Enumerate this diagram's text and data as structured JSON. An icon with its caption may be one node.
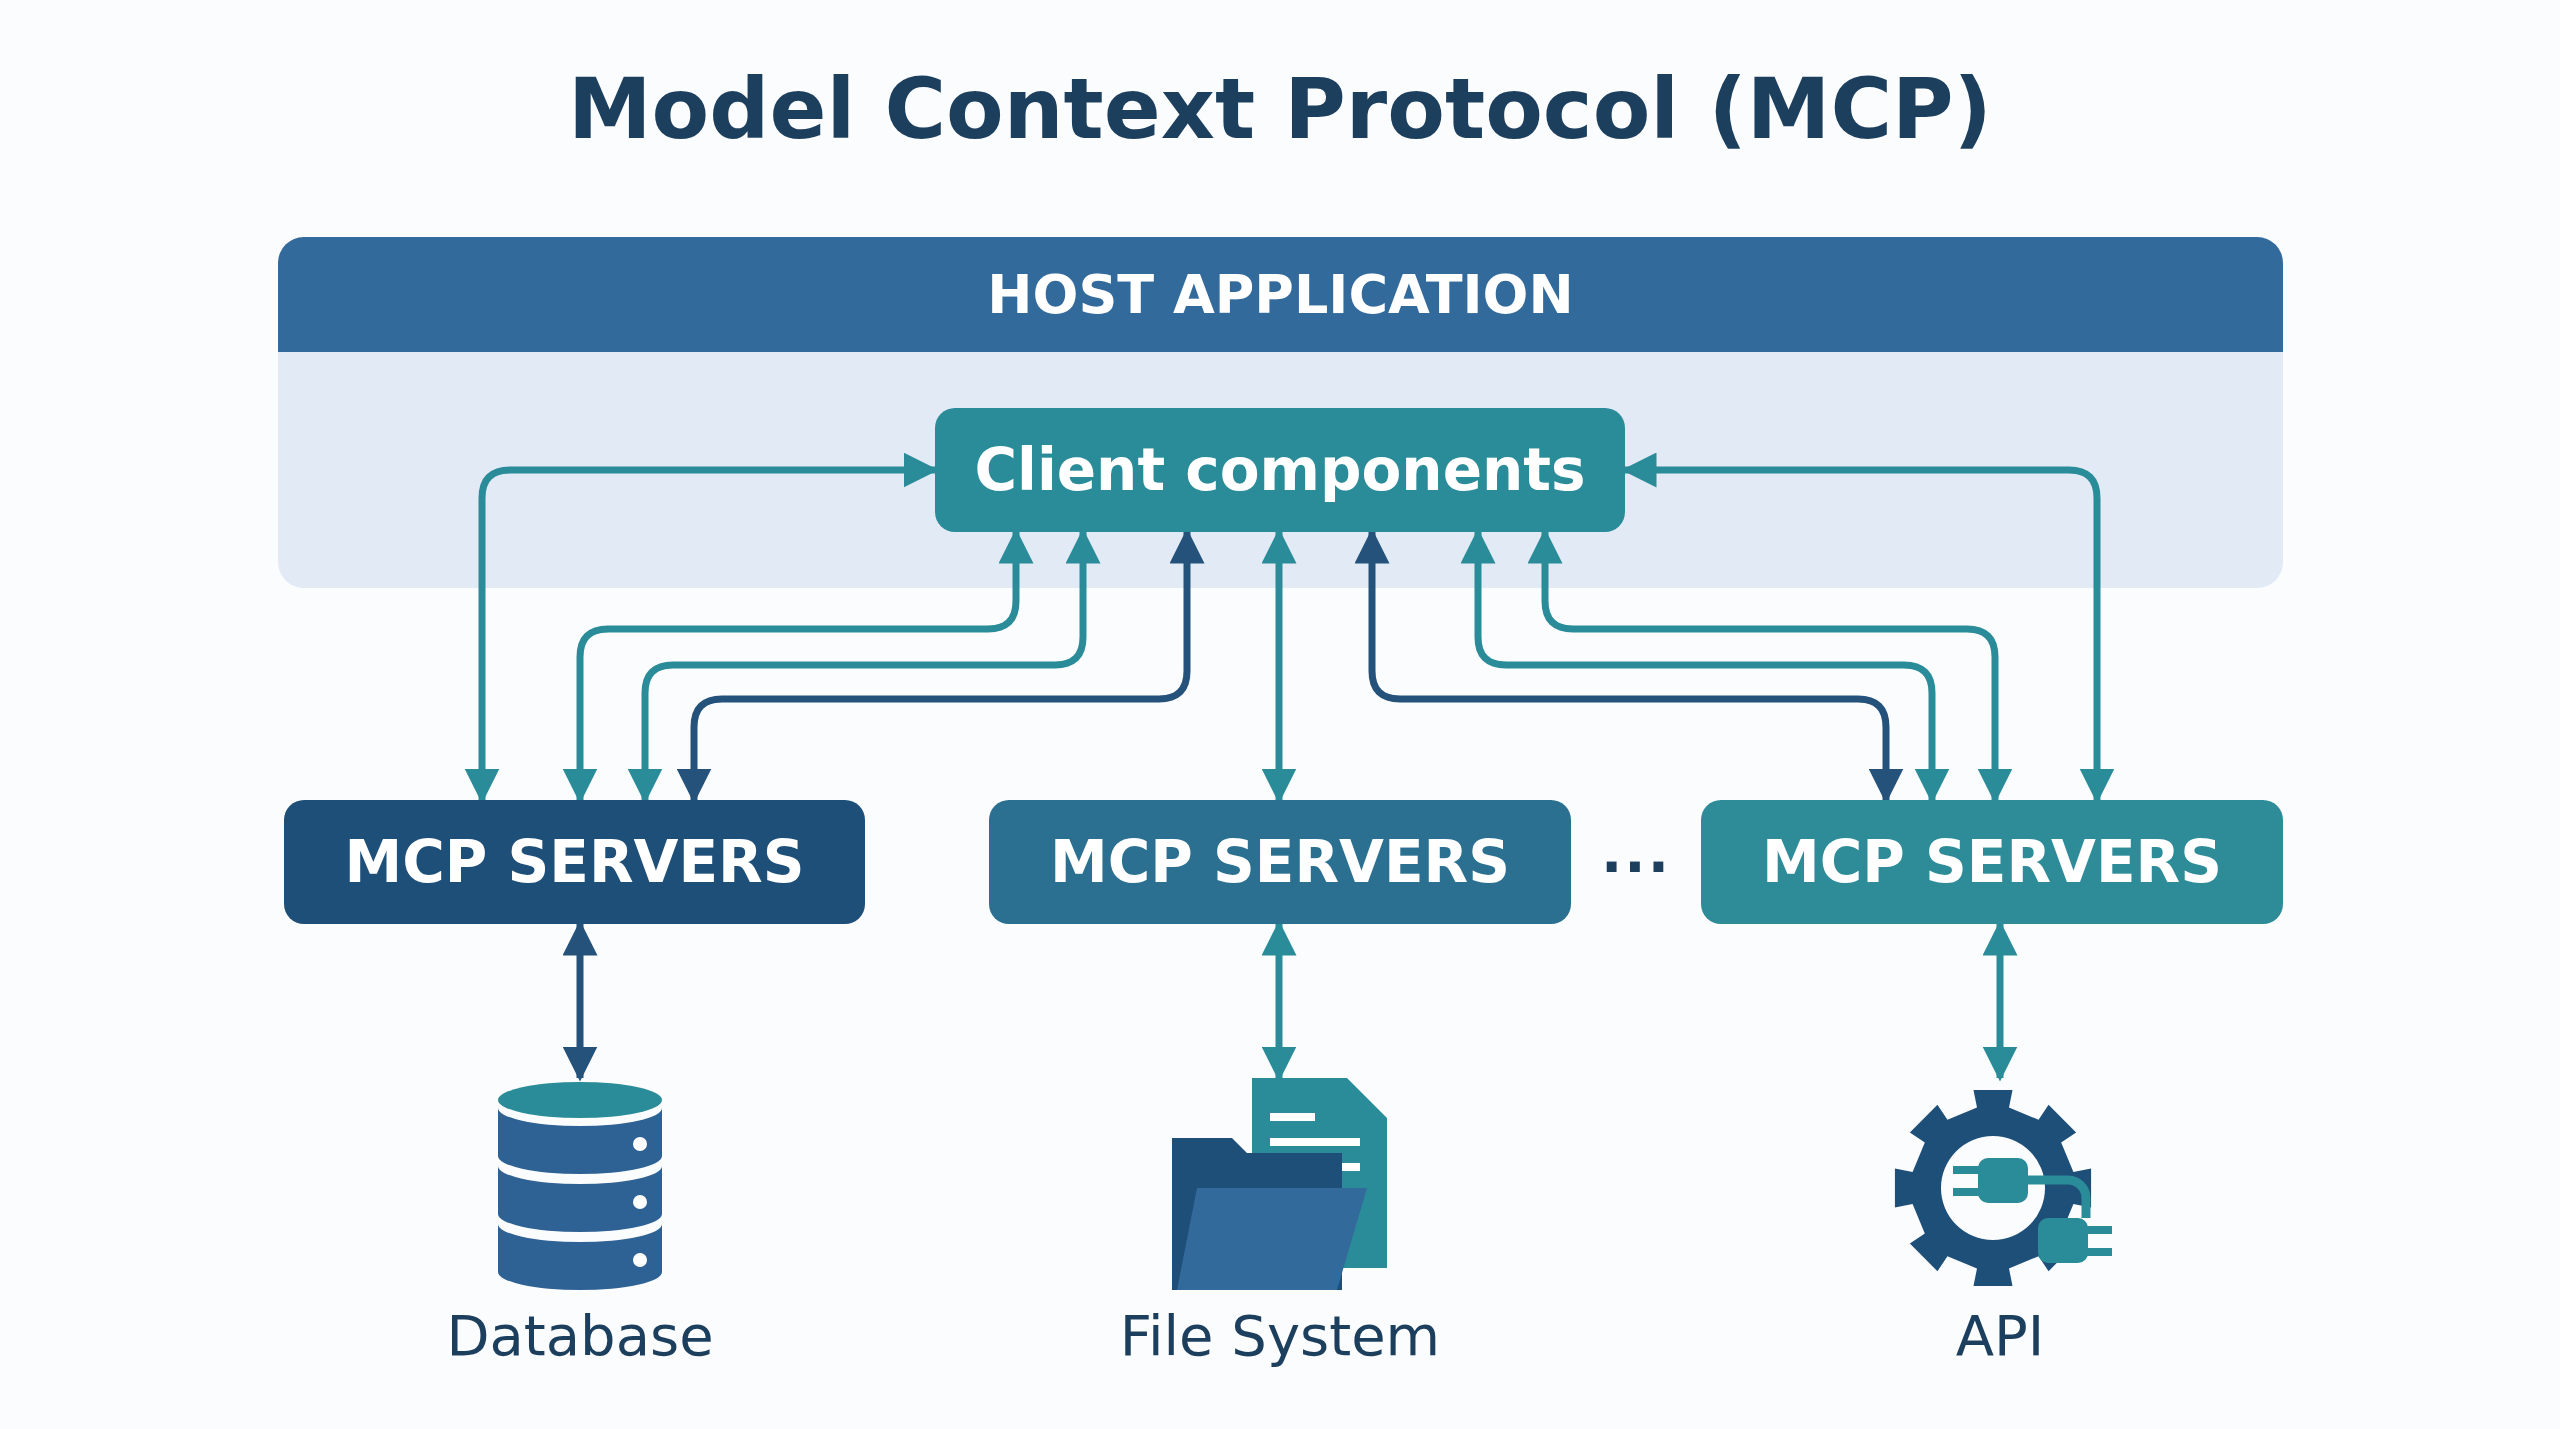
{
  "diagram": {
    "title": "Model Context Protocol (MCP)",
    "nodes": [
      {
        "text": [
          "HOST APPLICATION"
        ]
      },
      {
        "text": [
          "Client components"
        ],
        "in": 0
      },
      {
        "text": [
          "MCP SERVERS"
        ]
      },
      {
        "text": [
          "MCP SERVERS"
        ]
      },
      {
        "text": [
          "MCP SERVERS"
        ]
      },
      {
        "text": [
          "Database"
        ]
      },
      {
        "text": [
          "File System"
        ]
      },
      {
        "text": [
          "API"
        ]
      }
    ],
    "edges": [
      {
        "from": 1,
        "to": 2,
        "arrow": "both"
      },
      {
        "from": 1,
        "to": 2,
        "arrow": "both"
      },
      {
        "from": 1,
        "to": 2,
        "arrow": "both"
      },
      {
        "from": 1,
        "to": 2,
        "arrow": "both",
        "color": "#24527a"
      },
      {
        "from": 1,
        "to": 3,
        "arrow": "both"
      },
      {
        "from": 1,
        "to": 4,
        "arrow": "both",
        "color": "#24527a"
      },
      {
        "from": 1,
        "to": 4,
        "arrow": "both"
      },
      {
        "from": 1,
        "to": 4,
        "arrow": "both"
      },
      {
        "from": 1,
        "to": 4,
        "arrow": "both"
      },
      {
        "from": 2,
        "to": 5,
        "arrow": "both",
        "color": "#24527a"
      },
      {
        "from": 3,
        "to": 6,
        "arrow": "both"
      },
      {
        "from": 4,
        "to": 7,
        "arrow": "both"
      }
    ],
    "labels": [
      "..."
    ]
  }
}
